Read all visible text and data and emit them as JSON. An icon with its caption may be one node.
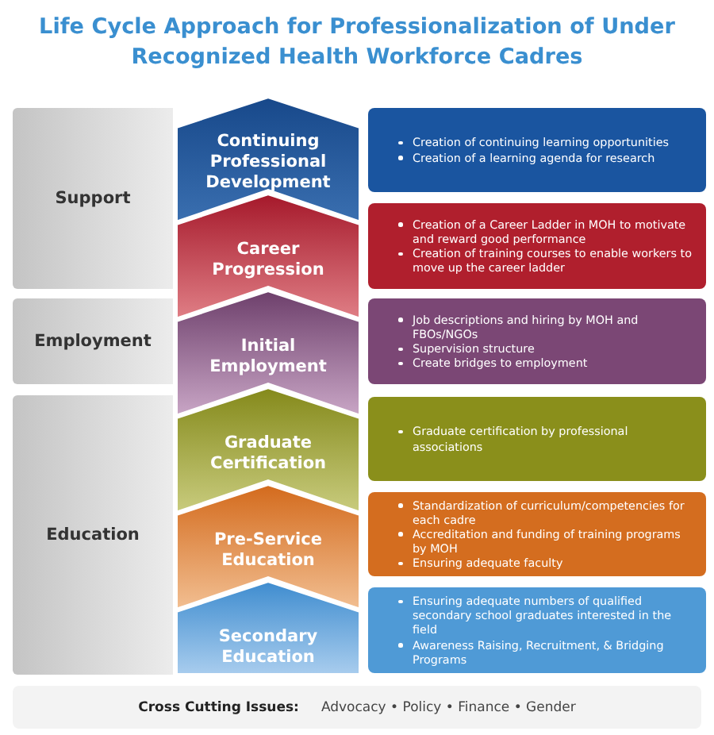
{
  "diagram": {
    "title": "Life Cycle Approach for Professionalization of Under Recognized Health Workforce Cadres",
    "nodes": [
      {
        "text": [
          "Support"
        ]
      },
      {
        "text": [
          "Continuing Professional Development"
        ]
      },
      {
        "text": [
          "Creation of continuing learning opportunities",
          "Creation of a learning agenda for research"
        ]
      },
      {
        "text": [
          "Career Progression"
        ]
      },
      {
        "text": [
          "Creation of a Career Ladder in MOH to motivate and reward good performance",
          "Creation of training courses to enable workers to move up the career ladder"
        ]
      },
      {
        "text": [
          "Employment"
        ]
      },
      {
        "text": [
          "Initial Employment"
        ]
      },
      {
        "text": [
          "Job descriptions and hiring by MOH and FBOs/NGOs",
          "Supervision structure",
          "Create bridges to employment"
        ]
      },
      {
        "text": [
          "Education"
        ]
      },
      {
        "text": [
          "Graduate Certification"
        ]
      },
      {
        "text": [
          "Graduate certification by professional associations"
        ]
      },
      {
        "text": [
          "Pre-Service Education"
        ]
      },
      {
        "text": [
          "Standardization of curriculum/competencies for each cadre",
          "Accreditation and funding of training programs by MOH",
          "Ensuring adequate faculty"
        ]
      },
      {
        "text": [
          "Secondary Education"
        ]
      },
      {
        "text": [
          "Ensuring adequate numbers of qualified secondary school graduates interested in the field",
          "Awareness Raising, Recruitment, & Bridging Programs"
        ]
      },
      {
        "text": [
          "Cross Cutting Issues:",
          "Advocacy • Policy • Finance • Gender"
        ]
      }
    ]
  }
}
